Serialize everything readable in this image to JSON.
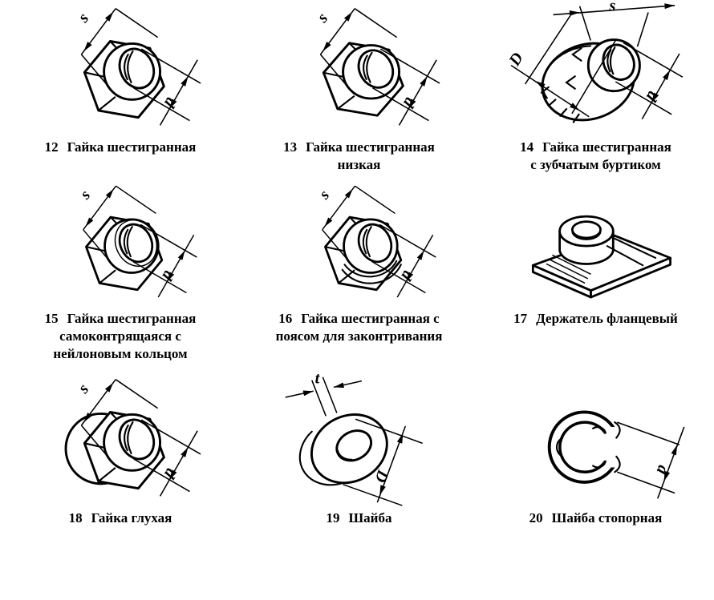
{
  "page": {
    "background": "#ffffff",
    "ink": "#000000"
  },
  "catalog": {
    "items": [
      {
        "number": "12",
        "caption": "Гайка шестигранная",
        "dims": {
          "s": "s",
          "d": "d"
        }
      },
      {
        "number": "13",
        "caption": "Гайка шестигранная\nнизкая",
        "dims": {
          "s": "s",
          "d": "d"
        }
      },
      {
        "number": "14",
        "caption": "Гайка шестигранная\nс зубчатым буртиком",
        "dims": {
          "s": "s",
          "D": "D",
          "d": "d"
        }
      },
      {
        "number": "15",
        "caption": "Гайка шестигранная\nсамоконтрящаяся с\nнейлоновым кольцом",
        "dims": {
          "s": "s",
          "d": "d"
        }
      },
      {
        "number": "16",
        "caption": "Гайка шестигранная с\nпоясом для законтривания",
        "dims": {
          "s": "s",
          "d": "d"
        }
      },
      {
        "number": "17",
        "caption": "Держатель фланцевый",
        "dims": {}
      },
      {
        "number": "18",
        "caption": "Гайка глухая",
        "dims": {
          "s": "s",
          "d": "d"
        }
      },
      {
        "number": "19",
        "caption": "Шайба",
        "dims": {
          "t": "t",
          "D": "D"
        }
      },
      {
        "number": "20",
        "caption": "Шайба стопорная",
        "dims": {
          "d": "d"
        }
      }
    ]
  }
}
